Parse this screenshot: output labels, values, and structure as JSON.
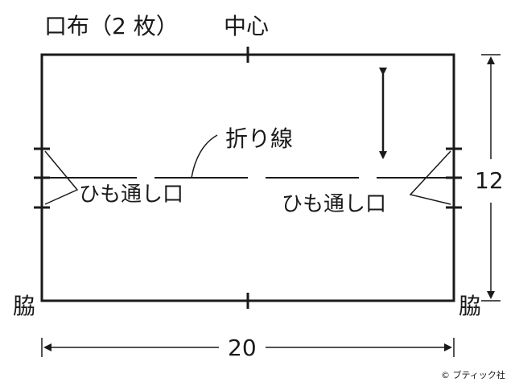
{
  "diagram": {
    "title": "口布（2 枚）",
    "center_label": "中心",
    "fold_line_label": "折り線",
    "drawstring_opening_label": "ひも通し口",
    "side_label": "脇",
    "width_value": "20",
    "height_value": "12",
    "copyright": "© ブティック社"
  }
}
